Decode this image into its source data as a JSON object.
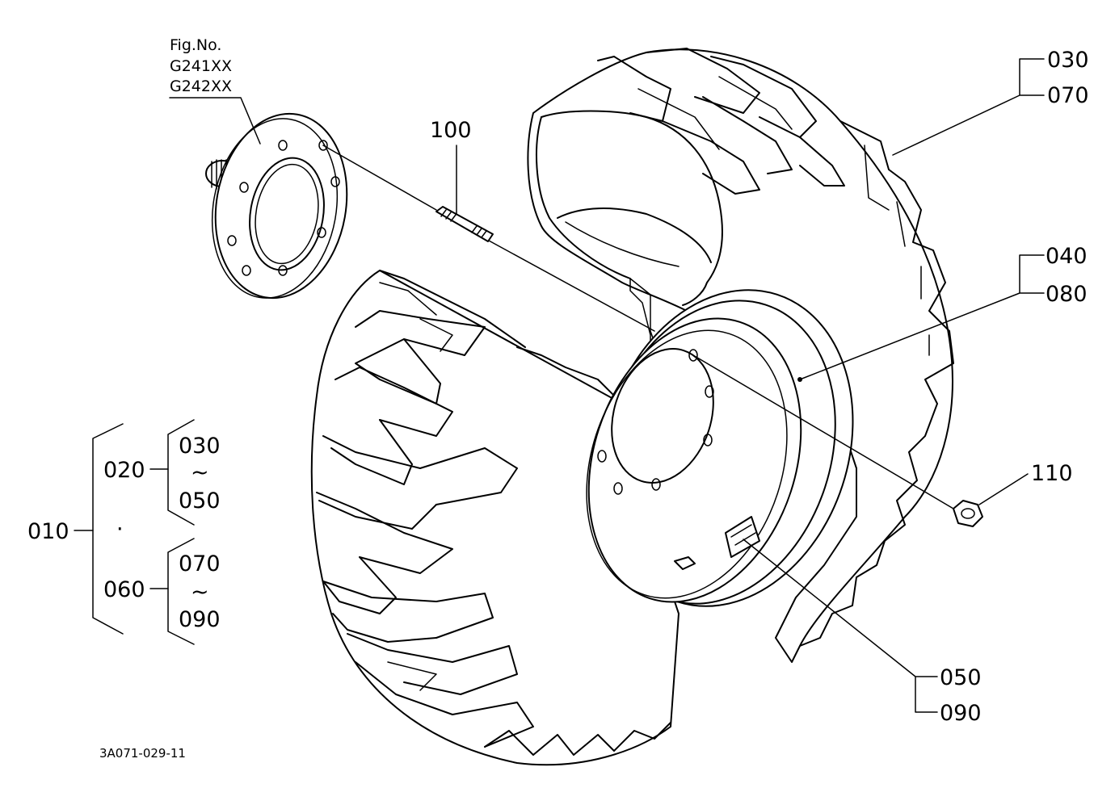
{
  "figure": {
    "fig_no_label": "Fig.No.",
    "fig_refs": [
      "G241XX",
      "G242XX"
    ],
    "drawing_number": "3A071-029-11"
  },
  "callouts": {
    "p030": "030",
    "p070": "070",
    "p040": "040",
    "p080": "080",
    "p100": "100",
    "p110": "110",
    "p050": "050",
    "p090": "090"
  },
  "legend": {
    "root": "010",
    "group_a": "020",
    "group_a_from": "030",
    "group_a_to": "050",
    "group_b": "060",
    "group_b_from": "070",
    "group_b_to": "090",
    "range_mark": "~",
    "separator": "·"
  }
}
